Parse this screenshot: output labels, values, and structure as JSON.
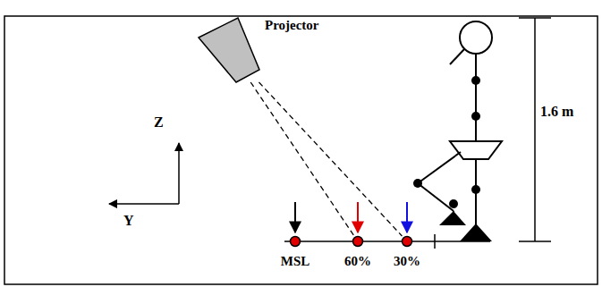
{
  "diagram": {
    "nodes": [
      {
        "text": [
          "Projector"
        ]
      },
      {
        "text": [
          "MSL"
        ]
      },
      {
        "text": [
          "60%"
        ]
      },
      {
        "text": [
          "30%"
        ]
      }
    ],
    "edges": [
      {
        "from": 0,
        "to": 2,
        "arrow": "none"
      },
      {
        "from": 0,
        "to": 3,
        "arrow": "none"
      }
    ],
    "labels": [
      "Z",
      "Y",
      "1.6 m"
    ]
  }
}
